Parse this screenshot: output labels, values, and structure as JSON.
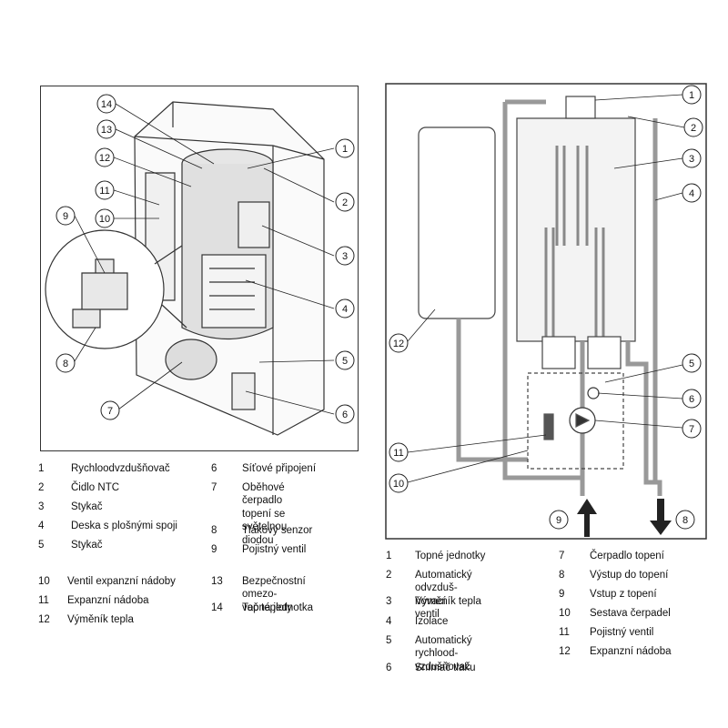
{
  "left_figure": {
    "callouts": [
      "1",
      "2",
      "3",
      "4",
      "5",
      "6",
      "7",
      "8",
      "9",
      "10",
      "11",
      "12",
      "13",
      "14"
    ]
  },
  "right_figure": {
    "callouts": [
      "1",
      "2",
      "3",
      "4",
      "5",
      "6",
      "7",
      "8",
      "9",
      "10",
      "11",
      "12"
    ]
  },
  "left_legend": [
    {
      "num": "1",
      "text": "Rychloodvzdušňovač"
    },
    {
      "num": "2",
      "text": "Čidlo NTC"
    },
    {
      "num": "3",
      "text": "Stykač"
    },
    {
      "num": "4",
      "text": "Deska s plošnými spoji"
    },
    {
      "num": "5",
      "text": "Stykač"
    },
    {
      "num": "6",
      "text": "Síťové připojení"
    },
    {
      "num": "7",
      "text": "Oběhové čerpadlo\ntopení se světelnou\ndiodou"
    },
    {
      "num": "8",
      "text": "Tlakový senzor"
    },
    {
      "num": "9",
      "text": "Pojistný ventil"
    },
    {
      "num": "10",
      "text": "Ventil expanzní nádoby"
    },
    {
      "num": "11",
      "text": "Expanzní nádoba"
    },
    {
      "num": "12",
      "text": "Výměník tepla"
    },
    {
      "num": "13",
      "text": "Bezpečnostní omezo-\nvač teploty"
    },
    {
      "num": "14",
      "text": "Topná jednotka"
    }
  ],
  "right_legend": [
    {
      "num": "1",
      "text": "Topné jednotky"
    },
    {
      "num": "2",
      "text": "Automatický odvzduš-\nňovací ventil"
    },
    {
      "num": "3",
      "text": "Výměník tepla"
    },
    {
      "num": "4",
      "text": "Izolace"
    },
    {
      "num": "5",
      "text": "Automatický rychlood-\nvzdušňovač"
    },
    {
      "num": "6",
      "text": "Snímač tlaku"
    },
    {
      "num": "7",
      "text": "Čerpadlo topení"
    },
    {
      "num": "8",
      "text": "Výstup do topení"
    },
    {
      "num": "9",
      "text": "Vstup z topení"
    },
    {
      "num": "10",
      "text": "Sestava čerpadel"
    },
    {
      "num": "11",
      "text": "Pojistný ventil"
    },
    {
      "num": "12",
      "text": "Expanzní nádoba"
    }
  ]
}
